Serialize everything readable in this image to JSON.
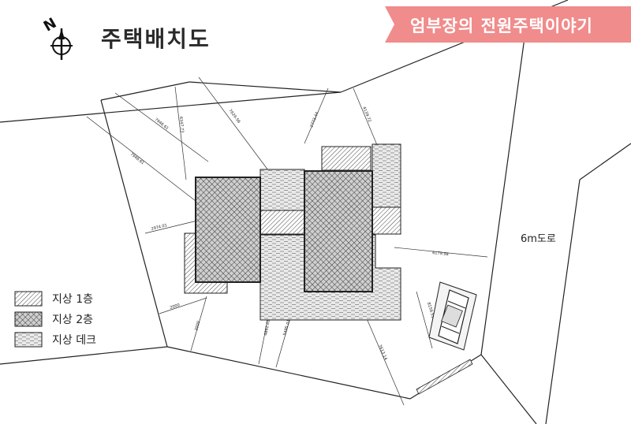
{
  "title": "주택배치도",
  "banner": {
    "text": "엄부장의 전원주택이야기",
    "color": "#f08c8c"
  },
  "road_label": "6m도로",
  "compass_letter": "N",
  "legend": [
    {
      "label": "지상 1층",
      "pattern": "hatch-diagonal"
    },
    {
      "label": "지상 2층",
      "pattern": "hatch-cross"
    },
    {
      "label": "지상 데크",
      "pattern": "hatch-dash"
    }
  ],
  "dimensions": {
    "d1": "7946.61",
    "d2": "7946.61",
    "d3": "6347.73",
    "d4": "7929.56",
    "d5": "2773.44",
    "d6": "4139.72",
    "d7": "2974.01",
    "d8": "2000",
    "d9": "3000",
    "d10": "4862.02",
    "d11": "5495.01",
    "d12": "7613.14",
    "d13": "6179.98",
    "d14": "8159.51"
  }
}
